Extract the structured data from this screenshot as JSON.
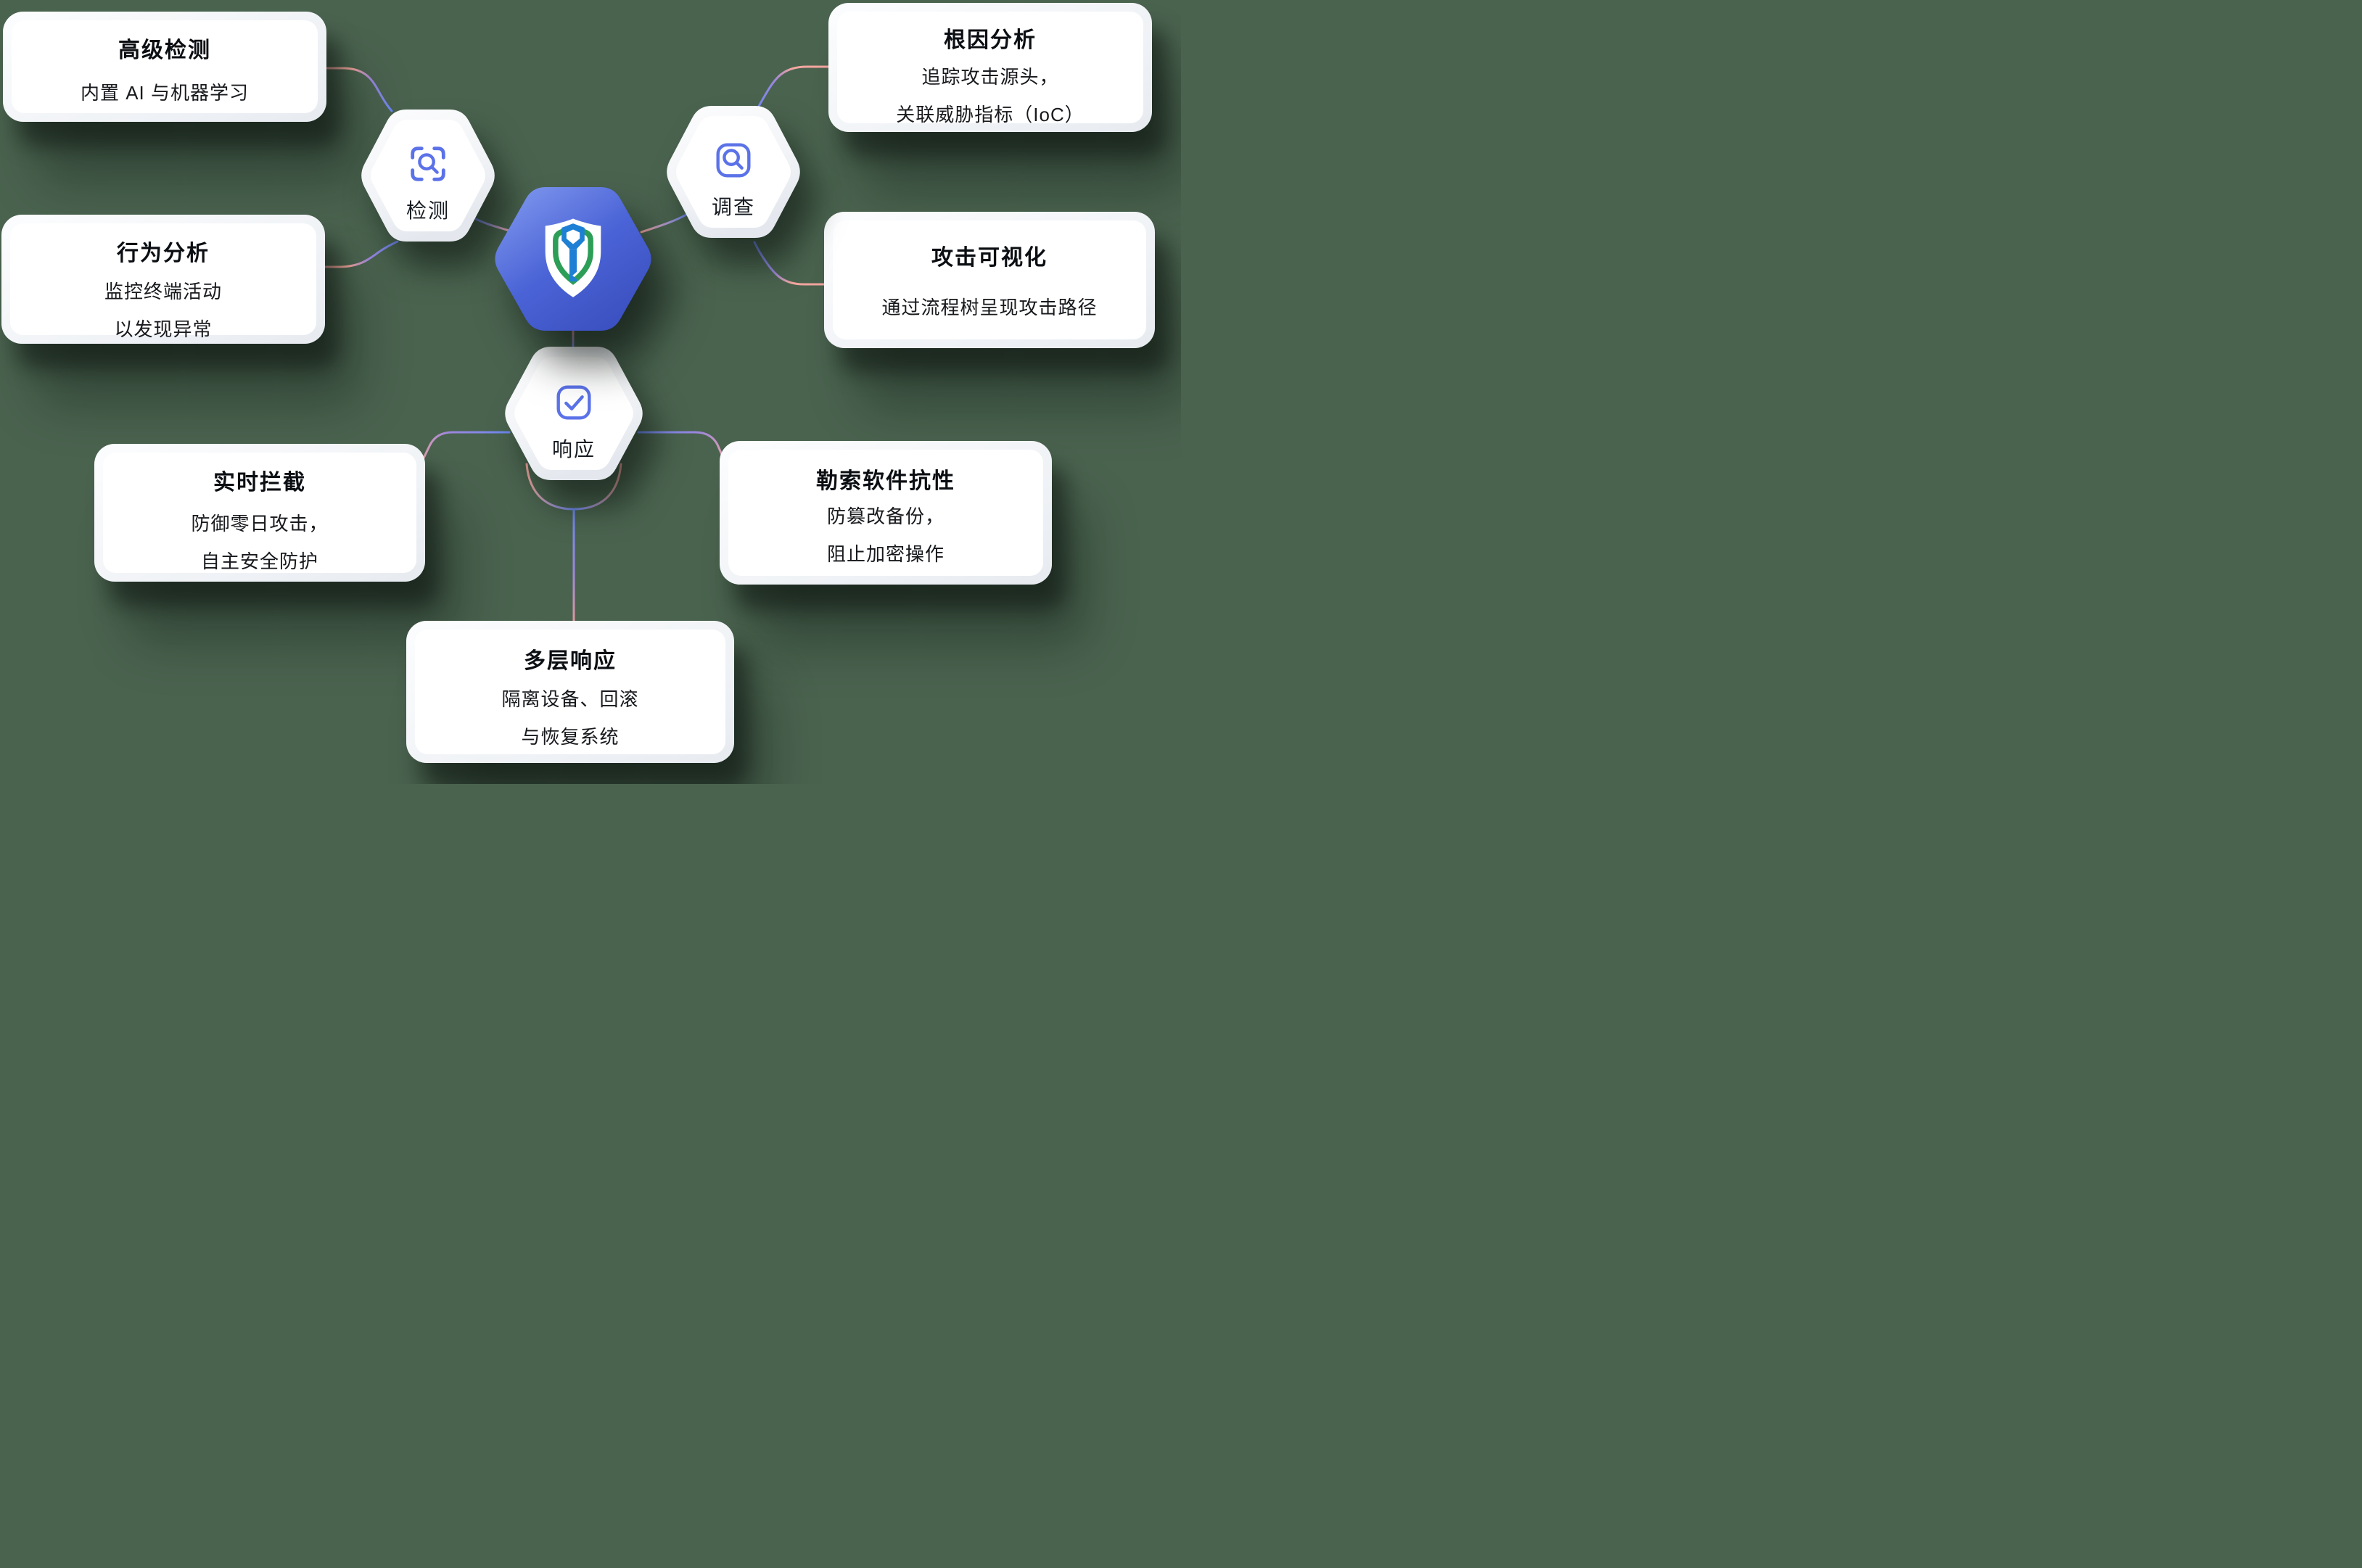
{
  "colors": {
    "background": "#4a634f",
    "connector_pink": "#f3a79f",
    "connector_purple": "#9c86dc",
    "connector_blue": "#6c89f1",
    "connector_salmon": "#ec9c90",
    "icon_stroke": "#5b72e8",
    "hex_center_light": "#849cf0",
    "hex_center_dark": "#3b50c0",
    "shield_green": "#2d9e57",
    "key_blue": "#1e80d4",
    "title_color": "#0b0e12",
    "body_color": "#17191d"
  },
  "center": {
    "icon": "shield-key-icon"
  },
  "hexagons": [
    {
      "id": "detect",
      "label": "检测",
      "icon": "scan-search-icon"
    },
    {
      "id": "investigate",
      "label": "调查",
      "icon": "search-square-icon"
    },
    {
      "id": "respond",
      "label": "响应",
      "icon": "check-square-icon"
    }
  ],
  "cards": [
    {
      "id": "advanced-detection",
      "title": "高级检测",
      "lines": [
        "内置 AI 与机器学习"
      ]
    },
    {
      "id": "root-cause-analysis",
      "title": "根因分析",
      "lines": [
        "追踪攻击源头，",
        "关联威胁指标（IoC）"
      ]
    },
    {
      "id": "behavior-analysis",
      "title": "行为分析",
      "lines": [
        "监控终端活动",
        "以发现异常"
      ]
    },
    {
      "id": "attack-visualization",
      "title": "攻击可视化",
      "lines": [
        "通过流程树呈现攻击路径"
      ]
    },
    {
      "id": "realtime-interception",
      "title": "实时拦截",
      "lines": [
        "防御零日攻击，",
        "自主安全防护"
      ]
    },
    {
      "id": "ransomware-resistance",
      "title": "勒索软件抗性",
      "lines": [
        "防篡改备份，",
        "阻止加密操作"
      ]
    },
    {
      "id": "multilayer-response",
      "title": "多层响应",
      "lines": [
        "隔离设备、回滚",
        "与恢复系统"
      ]
    }
  ]
}
